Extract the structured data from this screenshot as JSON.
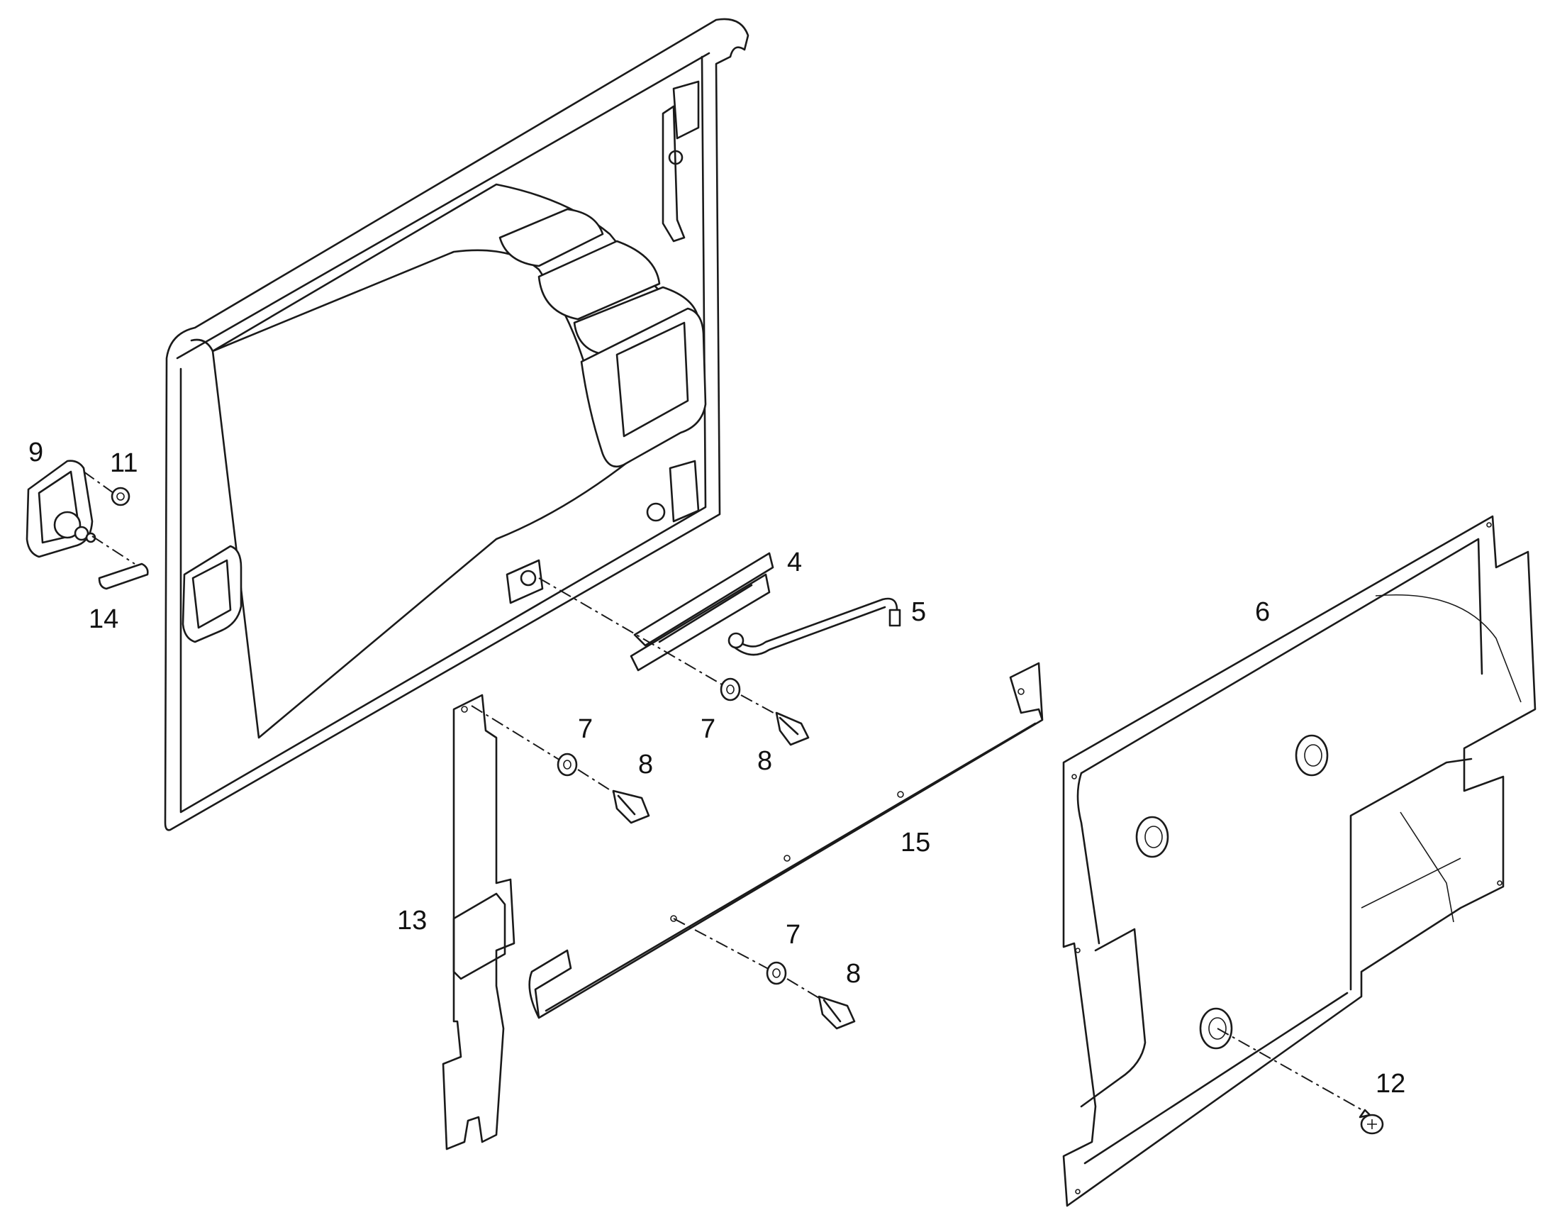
{
  "callouts": [
    {
      "id": "c9",
      "text": "9"
    },
    {
      "id": "c11",
      "text": "11"
    },
    {
      "id": "c14",
      "text": "14"
    },
    {
      "id": "c4",
      "text": "4"
    },
    {
      "id": "c5",
      "text": "5"
    },
    {
      "id": "c6",
      "text": "6"
    },
    {
      "id": "c7a",
      "text": "7"
    },
    {
      "id": "c7b",
      "text": "7"
    },
    {
      "id": "c8a",
      "text": "8"
    },
    {
      "id": "c8b",
      "text": "8"
    },
    {
      "id": "c15",
      "text": "15"
    },
    {
      "id": "c13",
      "text": "13"
    },
    {
      "id": "c7c",
      "text": "7"
    },
    {
      "id": "c8c",
      "text": "8"
    },
    {
      "id": "c12",
      "text": "12"
    }
  ]
}
